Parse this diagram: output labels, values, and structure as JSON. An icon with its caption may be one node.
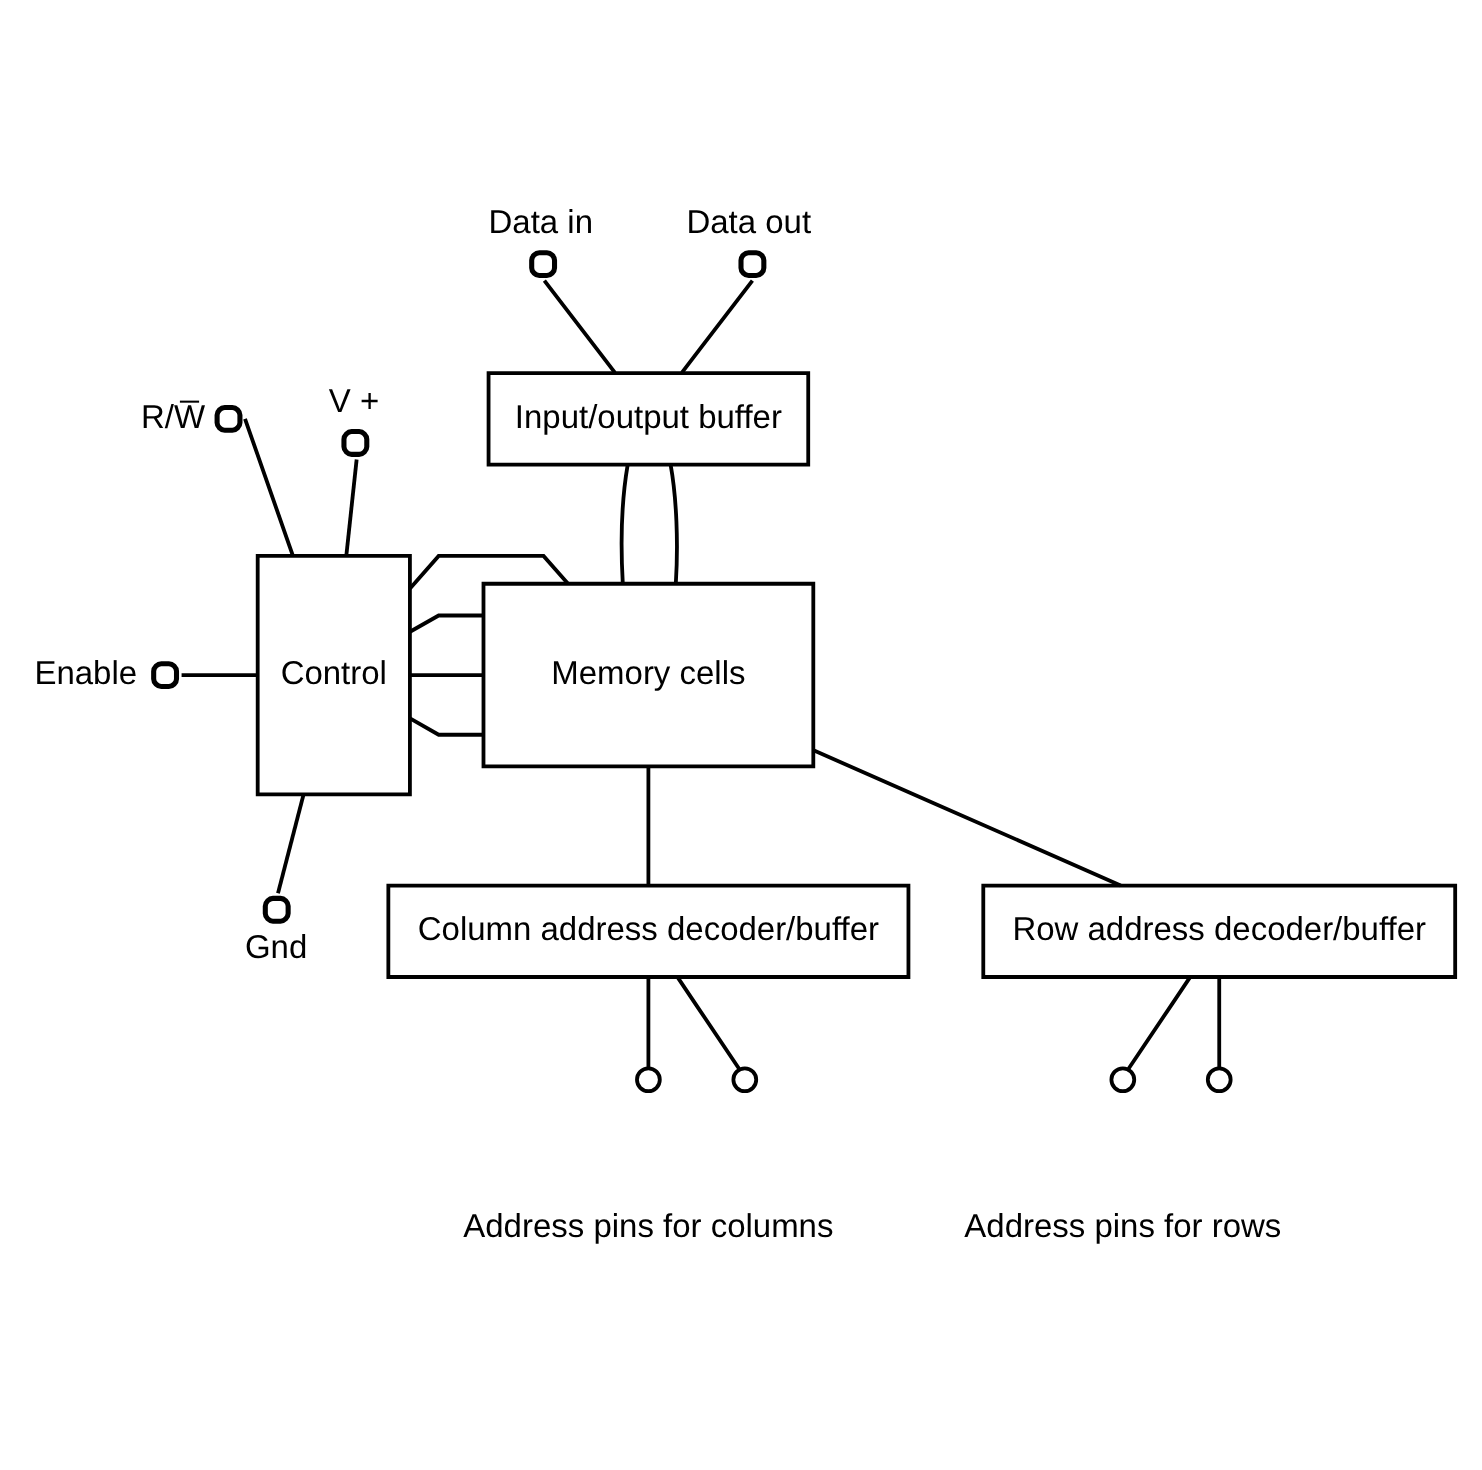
{
  "diagram": {
    "nodes": [
      {
        "text": [],
        "shape": "circle",
        "beside": [
          "Data in"
        ]
      },
      {
        "text": [],
        "shape": "circle",
        "beside": [
          "Data out"
        ]
      },
      {
        "text": [
          "Input/output buffer"
        ]
      },
      {
        "text": [],
        "shape": "circle",
        "beside": [
          "V +"
        ]
      },
      {
        "text": [],
        "shape": "circle",
        "beside": [
          "R/W̅"
        ]
      },
      {
        "text": [],
        "shape": "circle",
        "beside": [
          "Enable"
        ]
      },
      {
        "text": [
          "Control"
        ]
      },
      {
        "text": [
          "Memory cells"
        ]
      },
      {
        "text": [],
        "shape": "circle",
        "beside": [
          "Gnd"
        ]
      },
      {
        "text": [
          "Column address decoder/buffer"
        ]
      },
      {
        "text": [
          "Row address decoder/buffer"
        ]
      },
      {
        "text": [],
        "shape": "circle"
      },
      {
        "text": [],
        "shape": "circle"
      },
      {
        "text": [],
        "shape": "circle"
      },
      {
        "text": [],
        "shape": "circle"
      }
    ],
    "edges": [
      {
        "from": 0,
        "to": 2,
        "arrow": "none"
      },
      {
        "from": 1,
        "to": 2,
        "arrow": "none"
      },
      {
        "from": 2,
        "to": 7,
        "arrow": "none"
      },
      {
        "from": 2,
        "to": 7,
        "arrow": "none"
      },
      {
        "from": 3,
        "to": 6,
        "arrow": "none"
      },
      {
        "from": 4,
        "to": 6,
        "arrow": "none"
      },
      {
        "from": 5,
        "to": 6,
        "arrow": "none"
      },
      {
        "from": 6,
        "to": 7,
        "arrow": "none"
      },
      {
        "from": 6,
        "to": 7,
        "arrow": "none"
      },
      {
        "from": 6,
        "to": 7,
        "arrow": "none"
      },
      {
        "from": 6,
        "to": 7,
        "arrow": "none"
      },
      {
        "from": 6,
        "to": 8,
        "arrow": "none"
      },
      {
        "from": 7,
        "to": 9,
        "arrow": "none"
      },
      {
        "from": 7,
        "to": 10,
        "arrow": "none"
      },
      {
        "from": 9,
        "to": 11,
        "arrow": "none"
      },
      {
        "from": 9,
        "to": 12,
        "arrow": "none"
      },
      {
        "from": 10,
        "to": 13,
        "arrow": "none"
      },
      {
        "from": 10,
        "to": 14,
        "arrow": "none"
      }
    ],
    "labels": [
      "Address pins for columns",
      "Address pins for rows"
    ]
  }
}
